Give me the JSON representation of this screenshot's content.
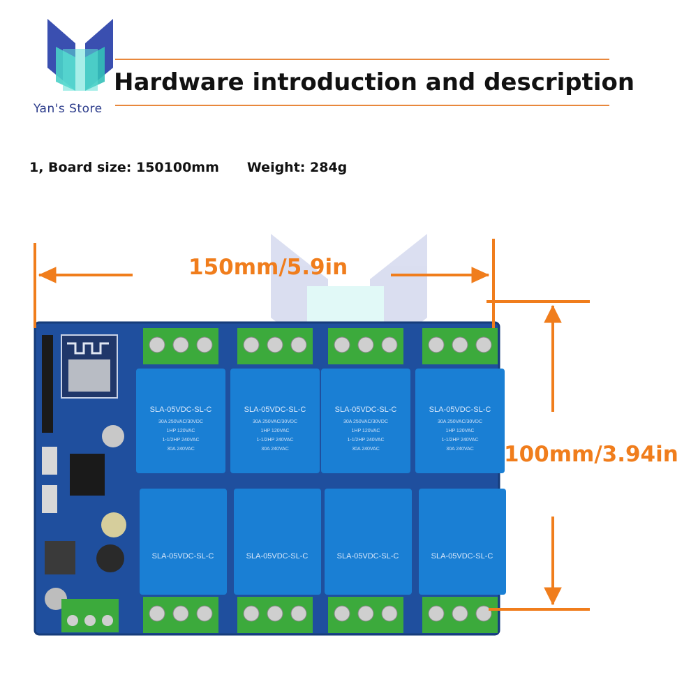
{
  "store": {
    "name": "Yan's Store"
  },
  "header": {
    "title": "Hardware introduction and description"
  },
  "specs": {
    "board_size": "1, Board size: 150100mm",
    "weight": "Weight: 284g"
  },
  "dimensions": {
    "width_label": "150mm/5.9in",
    "height_label": "100mm/3.94in"
  },
  "relays": {
    "top_label": "SLA-05VDC-SL-C",
    "bottom_label": "SLA-05VDC-SL-C",
    "rating_lines": [
      "30A 250VAC/30VDC",
      "1HP 120VAC",
      "1-1/2HP 240VAC",
      "30A 240VAC"
    ]
  },
  "colors": {
    "accent": "#f07d1c",
    "pcb": "#1f4f9e",
    "relay": "#1a7fd4",
    "terminal": "#3caa3c",
    "brand": "#2a3a8a"
  }
}
